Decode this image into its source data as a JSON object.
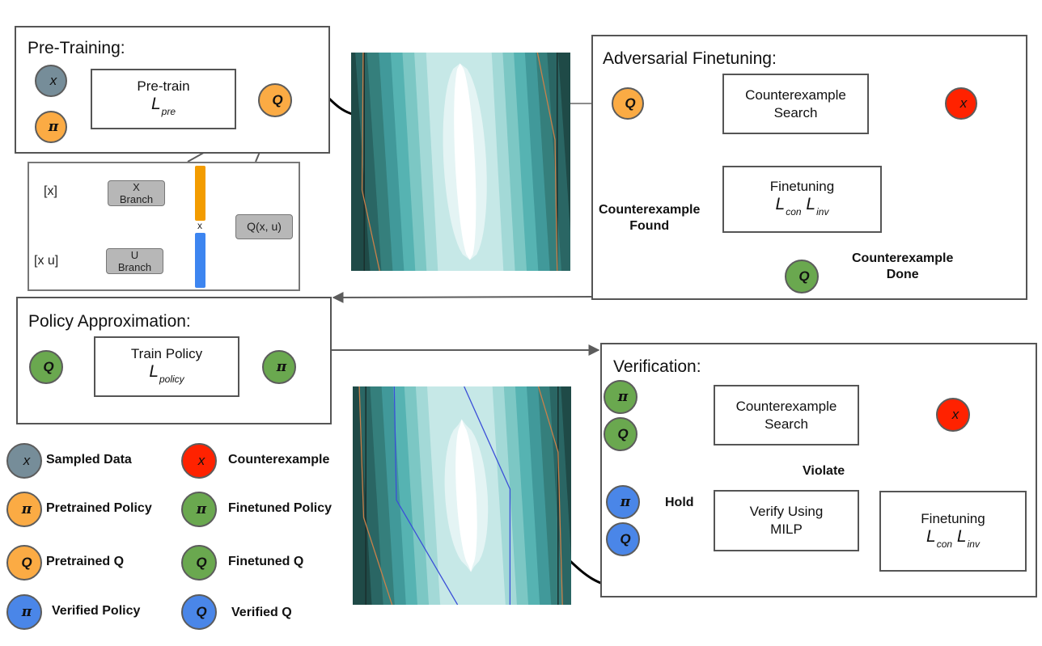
{
  "colors": {
    "sampled": "#768d99",
    "pretrained": "#fbab44",
    "counterexample": "#ff2200",
    "finetuned": "#6aa84f",
    "verified": "#4a86e8",
    "line": "#5c5c5c"
  },
  "pretraining": {
    "title": "Pre-Training:",
    "input_x": "x",
    "input_pi": "π",
    "box_label": "Pre-train",
    "loss": "L",
    "loss_sub": "pre",
    "output_q": "Q"
  },
  "architecture": {
    "input_x": "[x]",
    "input_xu": "[x u]",
    "x_branch": [
      "X",
      "Branch"
    ],
    "u_branch": [
      "U",
      "Branch"
    ],
    "product": "x",
    "output": "Q(x, u)"
  },
  "adversarial": {
    "title": "Adversarial Finetuning:",
    "q_in": "Q",
    "search_box": [
      "Counterexample",
      "Search"
    ],
    "cex": "x",
    "finetune_box": "Finetuning",
    "loss_a": "L",
    "loss_a_sub": "con",
    "loss_b": "L",
    "loss_b_sub": "inv",
    "found_label": [
      "Counterexample",
      "Found"
    ],
    "done_label": [
      "Counterexample",
      "Done"
    ],
    "q_out": "Q"
  },
  "policy": {
    "title": "Policy Approximation:",
    "q_in": "Q",
    "box_label": "Train Policy",
    "loss": "L",
    "loss_sub": "policy",
    "pi_out": "π"
  },
  "verification": {
    "title": "Verification:",
    "pi_in": "π",
    "q_in": "Q",
    "search_box": [
      "Counterexample",
      "Search"
    ],
    "cex": "x",
    "finetune_box": "Finetuning",
    "loss_a": "L",
    "loss_a_sub": "con",
    "loss_b": "L",
    "loss_b_sub": "inv",
    "verify_box": [
      "Verify Using",
      "MILP"
    ],
    "violate_label": "Violate",
    "hold_label": "Hold",
    "pi_out": "π",
    "q_out": "Q"
  },
  "legend": [
    {
      "symbol": "x",
      "label": "Sampled Data",
      "color": "sampled"
    },
    {
      "symbol": "x",
      "label": "Counterexample",
      "color": "counterexample"
    },
    {
      "symbol": "π",
      "label": "Pretrained Policy",
      "color": "pretrained"
    },
    {
      "symbol": "π",
      "label": "Finetuned Policy",
      "color": "finetuned"
    },
    {
      "symbol": "Q",
      "label": "Pretrained Q",
      "color": "pretrained"
    },
    {
      "symbol": "Q",
      "label": "Finetuned Q",
      "color": "finetuned"
    },
    {
      "symbol": "π",
      "label": "Verified Policy",
      "color": "verified"
    },
    {
      "symbol": "Q",
      "label": "Verified Q",
      "color": "verified"
    }
  ],
  "heatmaps": {
    "palette": [
      "#1f4a47",
      "#2a6664",
      "#357f7c",
      "#41999a",
      "#56b3b2",
      "#7cc7c4",
      "#a3d9d7",
      "#c6e8e7",
      "#e4f4f4",
      "#ffffff"
    ],
    "top": {
      "name": "value-landscape-pretrained",
      "has_blue_contour": false
    },
    "bottom": {
      "name": "value-landscape-verified",
      "has_blue_contour": true
    }
  }
}
